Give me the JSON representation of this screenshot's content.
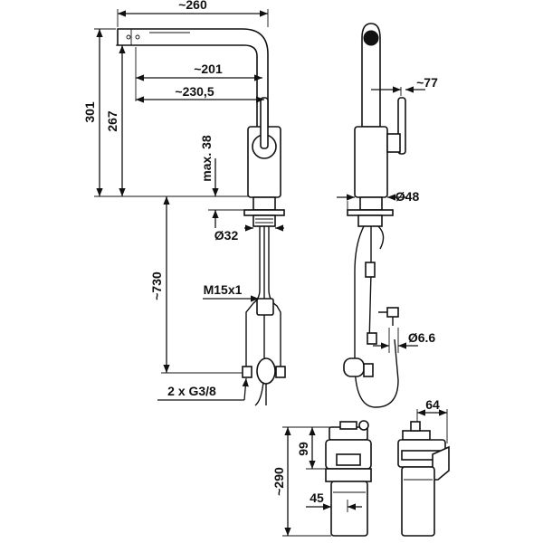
{
  "dimensions": {
    "width_260": "~260",
    "reach_201": "~201",
    "reach_230": "~230,5",
    "height_301": "301",
    "height_267": "267",
    "max_38": "max. 38",
    "diameter_32": "Ø32",
    "hose_730": "~730",
    "thread_m15": "M15x1",
    "connection_g38": "2 x G3/8",
    "lever_77": "~77",
    "diameter_48": "Ø48",
    "diameter_66": "Ø6.6",
    "width_64": "64",
    "height_99": "99",
    "height_290": "~290",
    "width_45": "45"
  },
  "colors": {
    "ink": "#111111",
    "background": "#ffffff"
  }
}
